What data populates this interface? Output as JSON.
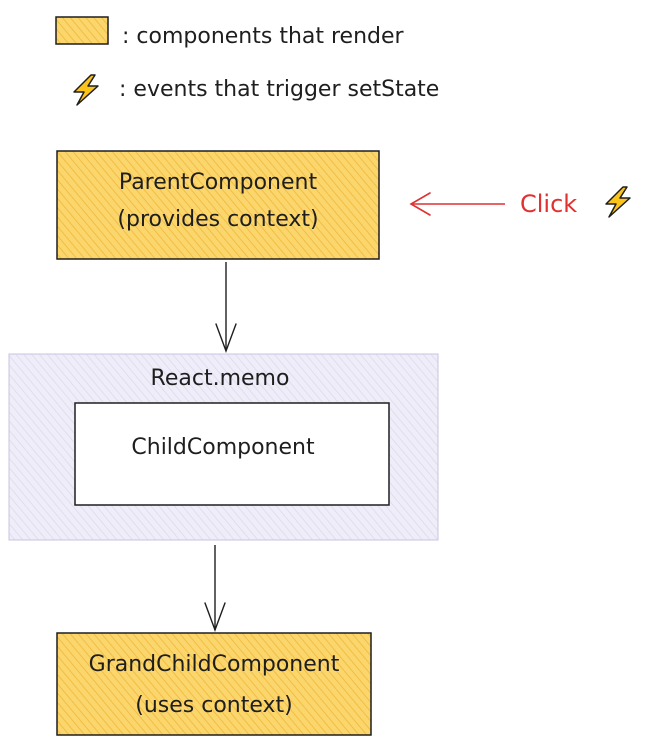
{
  "legend": {
    "render_label": ": components that render",
    "event_label": ": events that trigger setState"
  },
  "parent": {
    "line1": "ParentComponent",
    "line2": "(provides context)"
  },
  "click_label": "Click",
  "memo_label": "React.memo",
  "child_label": "ChildComponent",
  "grandchild": {
    "line1": "GrandChildComponent",
    "line2": "(uses context)"
  },
  "colors": {
    "render_fill": "#fbd66d",
    "render_hatch": "#f2bd43",
    "memo_fill": "#ece9f7",
    "memo_hatch": "#dcd6f0",
    "bolt_fill": "#fcc419",
    "click_red": "#e03131",
    "stroke": "#1e1e1e"
  }
}
